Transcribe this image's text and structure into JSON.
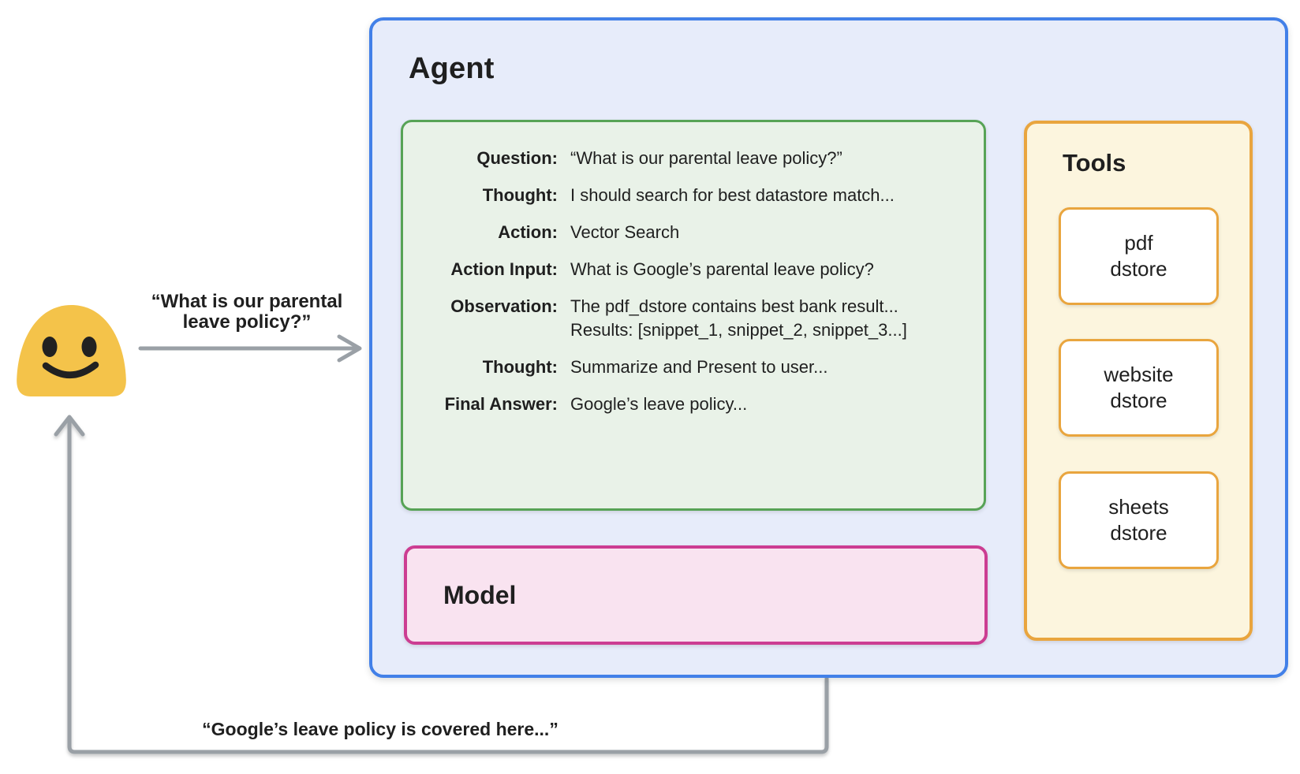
{
  "agent": {
    "title": "Agent",
    "model_label": "Model"
  },
  "user_query": {
    "line1": "“What is our parental",
    "line2": "leave policy?”"
  },
  "response_text": "“Google’s leave policy is covered here...”",
  "scratchpad": {
    "rows": [
      {
        "label": "Question:",
        "value": "“What is our parental leave policy?”"
      },
      {
        "label": "Thought:",
        "value": "I should search for best datastore match..."
      },
      {
        "label": "Action:",
        "value": "Vector Search"
      },
      {
        "label": "Action Input:",
        "value": "What is Google’s parental leave policy?"
      },
      {
        "label": "Observation:",
        "value": "The pdf_dstore contains best bank result...",
        "value2": "Results: [snippet_1, snippet_2, snippet_3...]"
      },
      {
        "label": "Thought:",
        "value": "Summarize and Present to user..."
      },
      {
        "label": "Final Answer:",
        "value": "Google’s leave policy..."
      }
    ]
  },
  "tools": {
    "title": "Tools",
    "items": [
      {
        "line1": "pdf",
        "line2": "dstore"
      },
      {
        "line1": "website",
        "line2": "dstore"
      },
      {
        "line1": "sheets",
        "line2": "dstore"
      }
    ]
  },
  "icons": {
    "user": "smiley-blob-emoji",
    "request_arrow": "right-arrow",
    "response_arrow": "up-arrow-elbow",
    "links": "dotted-connector"
  },
  "colors": {
    "agent_fill": "#e7ecfa",
    "agent_border": "#4280e8",
    "scratch_fill": "#e9f2e8",
    "scratch_border": "#57a356",
    "model_fill": "#f9e3f0",
    "model_border": "#cc3d92",
    "tools_fill": "#fcf5de",
    "tools_border": "#e9a53e",
    "item_fill": "#ffffff",
    "arrow_gray": "#9aa0a6",
    "dot_gray": "#8b9198",
    "text": "#1f1f1f",
    "emoji_yellow": "#f4c34a",
    "emoji_face": "#212121"
  }
}
